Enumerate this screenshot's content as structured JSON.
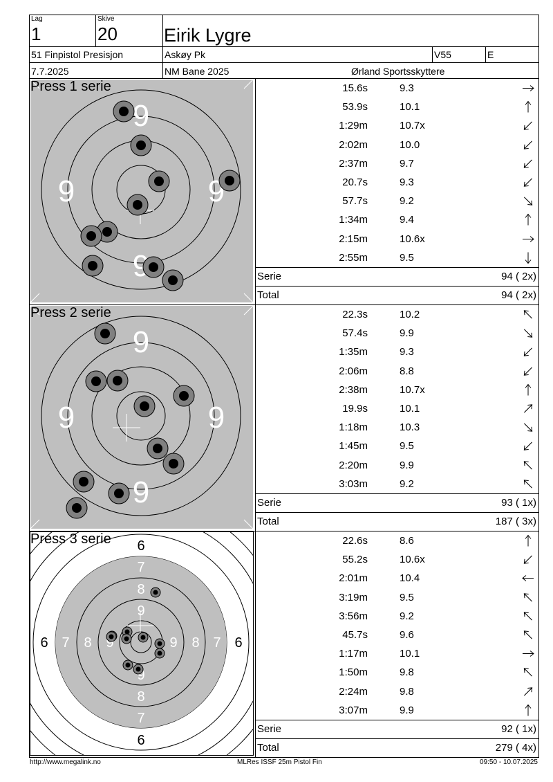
{
  "header": {
    "lag_label": "Lag",
    "lag_value": "1",
    "skive_label": "Skive",
    "skive_value": "20",
    "shooter_name": "Eirik Lygre",
    "event": "51 Finpistol Presisjon",
    "club": "Askøy Pk",
    "class": "V55",
    "category": "E",
    "date": "7.7.2025",
    "competition": "NM Bane 2025",
    "organizer": "Ørland Sportsskyttere"
  },
  "series": [
    {
      "title": "Press 1 serie",
      "target_type": "duel",
      "shots": [
        {
          "time": "15.6s",
          "value": "9.3",
          "dir": "right"
        },
        {
          "time": "53.9s",
          "value": "10.1",
          "dir": "up"
        },
        {
          "time": "1:29m",
          "value": "10.7x",
          "dir": "down-left"
        },
        {
          "time": "2:02m",
          "value": "10.0",
          "dir": "down-left"
        },
        {
          "time": "2:37m",
          "value": "9.7",
          "dir": "down-left"
        },
        {
          "time": "20.7s",
          "value": "9.3",
          "dir": "down-left"
        },
        {
          "time": "57.7s",
          "value": "9.2",
          "dir": "down-right"
        },
        {
          "time": "1:34m",
          "value": "9.4",
          "dir": "up"
        },
        {
          "time": "2:15m",
          "value": "10.6x",
          "dir": "right"
        },
        {
          "time": "2:55m",
          "value": "9.5",
          "dir": "down"
        }
      ],
      "serie_label": "Serie",
      "serie_score": "94 ( 2x)",
      "total_label": "Total",
      "total_score": "94 ( 2x)"
    },
    {
      "title": "Press 2 serie",
      "target_type": "duel",
      "shots": [
        {
          "time": "22.3s",
          "value": "10.2",
          "dir": "up-left"
        },
        {
          "time": "57.4s",
          "value": "9.9",
          "dir": "down-right"
        },
        {
          "time": "1:35m",
          "value": "9.3",
          "dir": "down-left"
        },
        {
          "time": "2:06m",
          "value": "8.8",
          "dir": "down-left"
        },
        {
          "time": "2:38m",
          "value": "10.7x",
          "dir": "up"
        },
        {
          "time": "19.9s",
          "value": "10.1",
          "dir": "up-right"
        },
        {
          "time": "1:18m",
          "value": "10.3",
          "dir": "down-right"
        },
        {
          "time": "1:45m",
          "value": "9.5",
          "dir": "down-left"
        },
        {
          "time": "2:20m",
          "value": "9.9",
          "dir": "up-left"
        },
        {
          "time": "3:03m",
          "value": "9.2",
          "dir": "up-left"
        }
      ],
      "serie_label": "Serie",
      "serie_score": "93 ( 1x)",
      "total_label": "Total",
      "total_score": "187 ( 3x)"
    },
    {
      "title": "Press 3 serie",
      "target_type": "precision",
      "shots": [
        {
          "time": "22.6s",
          "value": "8.6",
          "dir": "up"
        },
        {
          "time": "55.2s",
          "value": "10.6x",
          "dir": "down-left"
        },
        {
          "time": "2:01m",
          "value": "10.4",
          "dir": "left"
        },
        {
          "time": "3:19m",
          "value": "9.5",
          "dir": "up-left"
        },
        {
          "time": "3:56m",
          "value": "9.2",
          "dir": "up-left"
        },
        {
          "time": "45.7s",
          "value": "9.6",
          "dir": "up-left"
        },
        {
          "time": "1:17m",
          "value": "10.1",
          "dir": "right"
        },
        {
          "time": "1:50m",
          "value": "9.8",
          "dir": "up-left"
        },
        {
          "time": "2:24m",
          "value": "9.8",
          "dir": "up-right"
        },
        {
          "time": "3:07m",
          "value": "9.9",
          "dir": "up"
        }
      ],
      "serie_label": "Serie",
      "serie_score": "92 ( 1x)",
      "total_label": "Total",
      "total_score": "279 ( 4x)"
    }
  ],
  "ring_numbers": {
    "duel": "9",
    "precision": [
      "6",
      "7",
      "8",
      "9"
    ]
  },
  "footer": {
    "left": "http://www.megalink.no",
    "center": "MLRes ISSF 25m Pistol Fin",
    "right": "09:50 - 10.07.2025"
  },
  "colors": {
    "target_grey": "#bfbfbf",
    "shot_outer": "#808080",
    "shot_inner": "#000000",
    "ring_number_white": "#ffffff"
  }
}
